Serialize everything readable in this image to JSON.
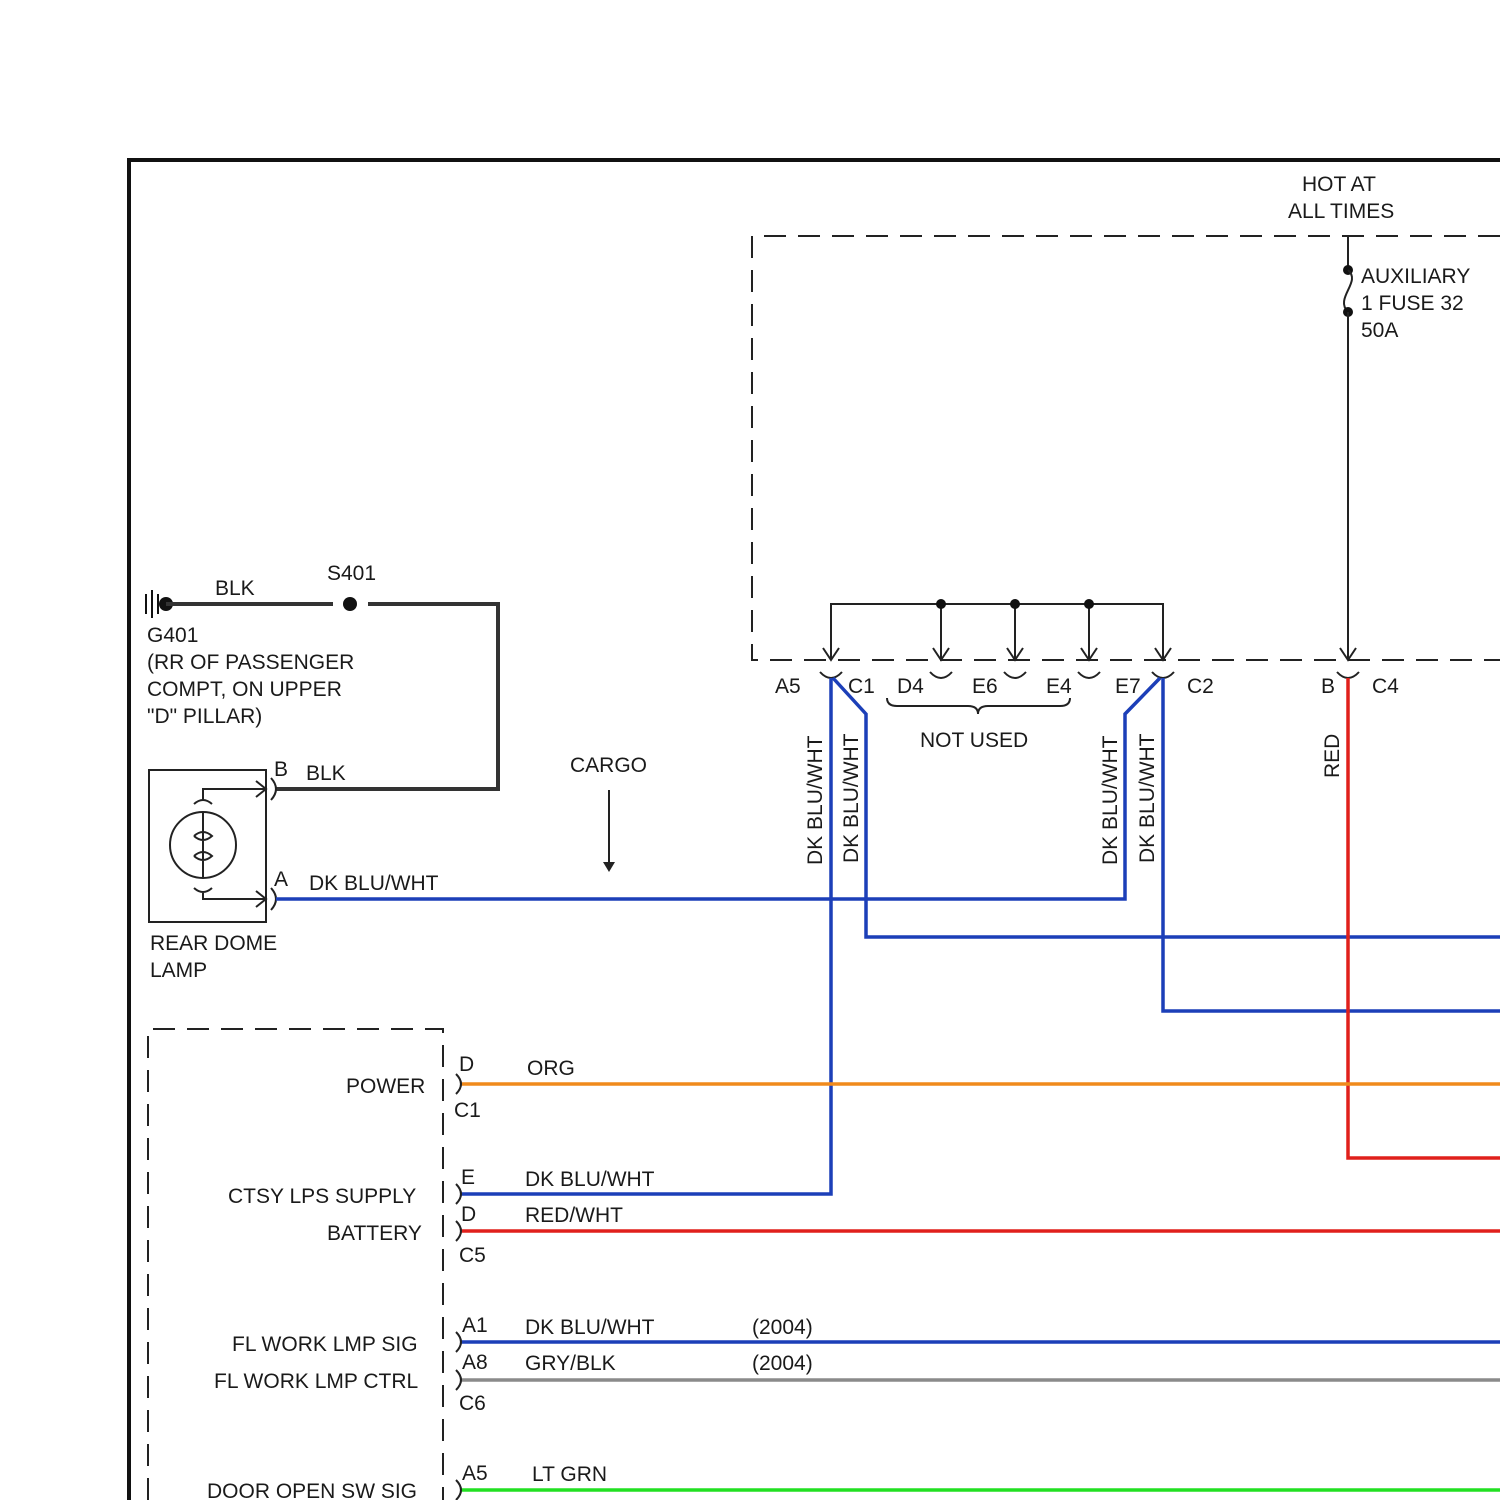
{
  "module": {
    "hot_label_1": "HOT AT",
    "hot_label_2": "ALL TIMES",
    "fuse_line_1": "AUXILIARY",
    "fuse_line_2": "1 FUSE 32",
    "fuse_line_3": "50A"
  },
  "connectors": {
    "a5": "A5",
    "c1": "C1",
    "d4": "D4",
    "e6": "E6",
    "e4": "E4",
    "e7": "E7",
    "c2": "C2",
    "b": "B",
    "c4": "C4",
    "not_used": "NOT USED"
  },
  "ground": {
    "splice": "S401",
    "wire": "BLK",
    "id": "G401",
    "loc_1": "(RR OF PASSENGER",
    "loc_2": "COMPT, ON UPPER",
    "loc_3": "\"D\" PILLAR)"
  },
  "lamp": {
    "pin_b": "B",
    "pin_b_wire": "BLK",
    "pin_a": "A",
    "pin_a_wire": "DK BLU/WHT",
    "name_1": "REAR DOME",
    "name_2": "LAMP",
    "cargo": "CARGO"
  },
  "vertical_wires": {
    "w1": "DK BLU/WHT",
    "w2": "DK BLU/WHT",
    "w3": "DK BLU/WHT",
    "w4": "DK BLU/WHT",
    "w5": "RED"
  },
  "bcm": {
    "power": "POWER",
    "power_pin": "D",
    "power_wire": "ORG",
    "power_conn": "C1",
    "ctsy": "CTSY LPS SUPPLY",
    "ctsy_pin": "E",
    "ctsy_wire": "DK BLU/WHT",
    "battery": "BATTERY",
    "battery_pin": "D",
    "battery_wire": "RED/WHT",
    "battery_conn": "C5",
    "fl_sig": "FL WORK LMP SIG",
    "fl_sig_pin": "A1",
    "fl_sig_wire": "DK BLU/WHT",
    "fl_sig_year": "(2004)",
    "fl_ctrl": "FL WORK LMP CTRL",
    "fl_ctrl_pin": "A8",
    "fl_ctrl_wire": "GRY/BLK",
    "fl_ctrl_year": "(2004)",
    "fl_conn": "C6",
    "door": "DOOR OPEN SW SIG",
    "door_pin": "A5",
    "door_wire": "LT GRN"
  },
  "colors": {
    "blue": "#1c3fb8",
    "red": "#e0201c",
    "orange": "#f08a1c",
    "gray": "#8a8a8a",
    "green": "#22e022",
    "black": "#222222"
  }
}
